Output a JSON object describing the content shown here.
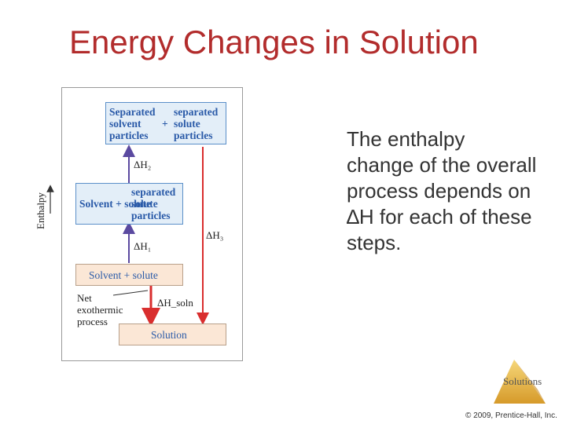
{
  "slide": {
    "title": "Energy Changes in Solution",
    "body_lines": [
      "The enthalpy",
      "change of the overall",
      "process depends on",
      "∆H for each of these",
      "steps."
    ]
  },
  "diagram": {
    "y_axis_label": "Enthalpy",
    "box_separated_both": {
      "left_lines": [
        "Separated",
        "solvent",
        "particles"
      ],
      "operator": "+",
      "right_lines": [
        "separated",
        "solute",
        "particles"
      ]
    },
    "box_solvent_separated_solute": {
      "left": "Solvent + solute",
      "right_lines": [
        "separated",
        "solute",
        "particles"
      ]
    },
    "box_solvent_solute": "Solvent + solute",
    "box_solution": "Solution",
    "dh2_label": "ΔH₂",
    "dh1_label": "ΔH₁",
    "dh3_label": "ΔH₃",
    "dhsoln_label": "ΔH_soln",
    "net_lines": [
      "Net",
      "exothermic",
      "process"
    ],
    "colors": {
      "up_arrow": "#5b4aa0",
      "down_arrow": "#d92e2e",
      "blue_box_fill": "#e3eef8",
      "peach_box_fill": "#fbe7d6"
    }
  },
  "footer": {
    "logo_text": "Solutions",
    "copyright": "© 2009, Prentice-Hall, Inc."
  }
}
